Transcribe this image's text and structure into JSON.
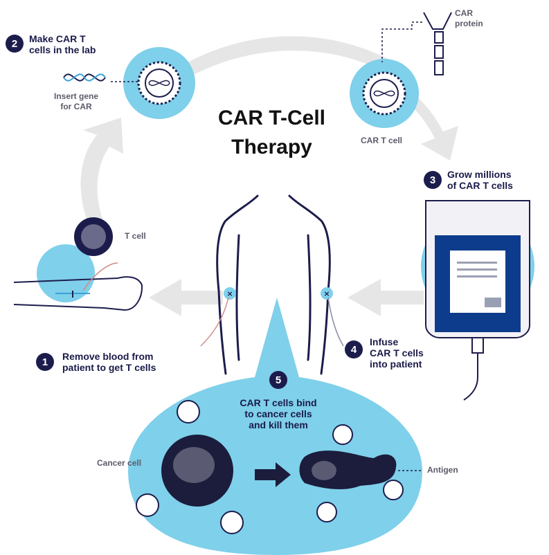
{
  "title_line1": "CAR T-Cell",
  "title_line2": "Therapy",
  "steps": [
    {
      "number": "1",
      "line1": "Remove blood from",
      "line2": "patient to get T cells"
    },
    {
      "number": "2",
      "line1": "Make CAR T",
      "line2": "cells in the lab"
    },
    {
      "number": "3",
      "line1": "Grow millions",
      "line2": "of CAR T cells"
    },
    {
      "number": "4",
      "line1": "Infuse",
      "line2": "CAR T cells",
      "line3": "into patient"
    },
    {
      "number": "5",
      "line1": "CAR T cells bind",
      "line2": "to cancer cells",
      "line3": "and kill them"
    }
  ],
  "labels": {
    "insert_gene_1": "Insert gene",
    "insert_gene_2": "for CAR",
    "car_protein_1": "CAR",
    "car_protein_2": "protein",
    "car_t_cell": "CAR T cell",
    "t_cell": "T cell",
    "cancer_cell": "Cancer cell",
    "antigen": "Antigen"
  },
  "colors": {
    "navy": "#1c1c4c",
    "light_blue": "#7fd0ea",
    "gray_arrow": "#e4e4e4",
    "bag_fill": "#0e3c8c"
  }
}
